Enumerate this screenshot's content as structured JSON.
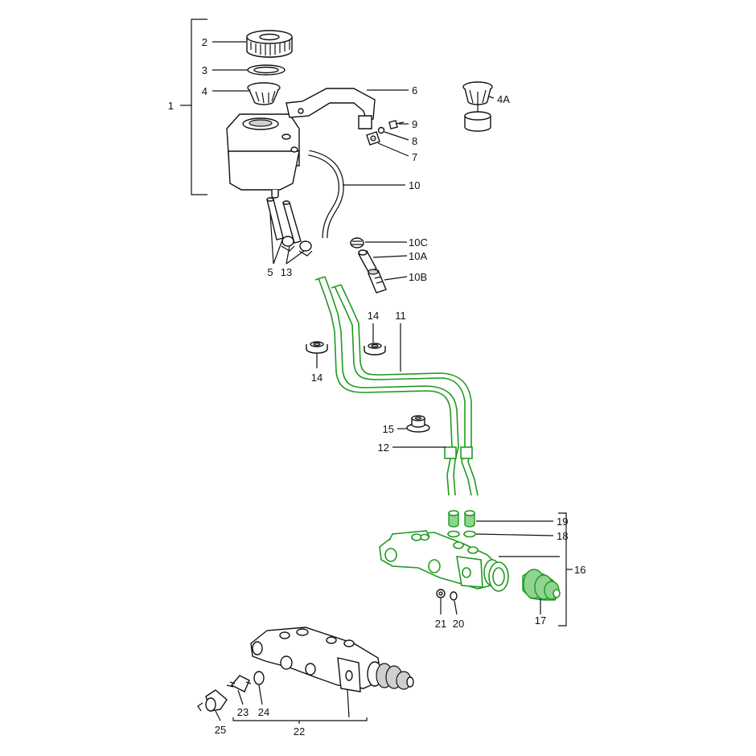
{
  "diagram": {
    "highlight_color": "#1f9a1f",
    "callouts": {
      "p1": "1",
      "p2": "2",
      "p3": "3",
      "p4": "4",
      "p4a": "4A",
      "p5": "5",
      "p6": "6",
      "p7": "7",
      "p8": "8",
      "p9": "9",
      "p10": "10",
      "p10a": "10A",
      "p10b": "10B",
      "p10c": "10C",
      "p11": "11",
      "p12": "12",
      "p13": "13",
      "p14a": "14",
      "p14b": "14",
      "p15": "15",
      "p16": "16",
      "p17": "17",
      "p18": "18",
      "p19": "19",
      "p20": "20",
      "p21": "21",
      "p22": "22",
      "p23": "23",
      "p24": "24",
      "p25": "25"
    }
  }
}
